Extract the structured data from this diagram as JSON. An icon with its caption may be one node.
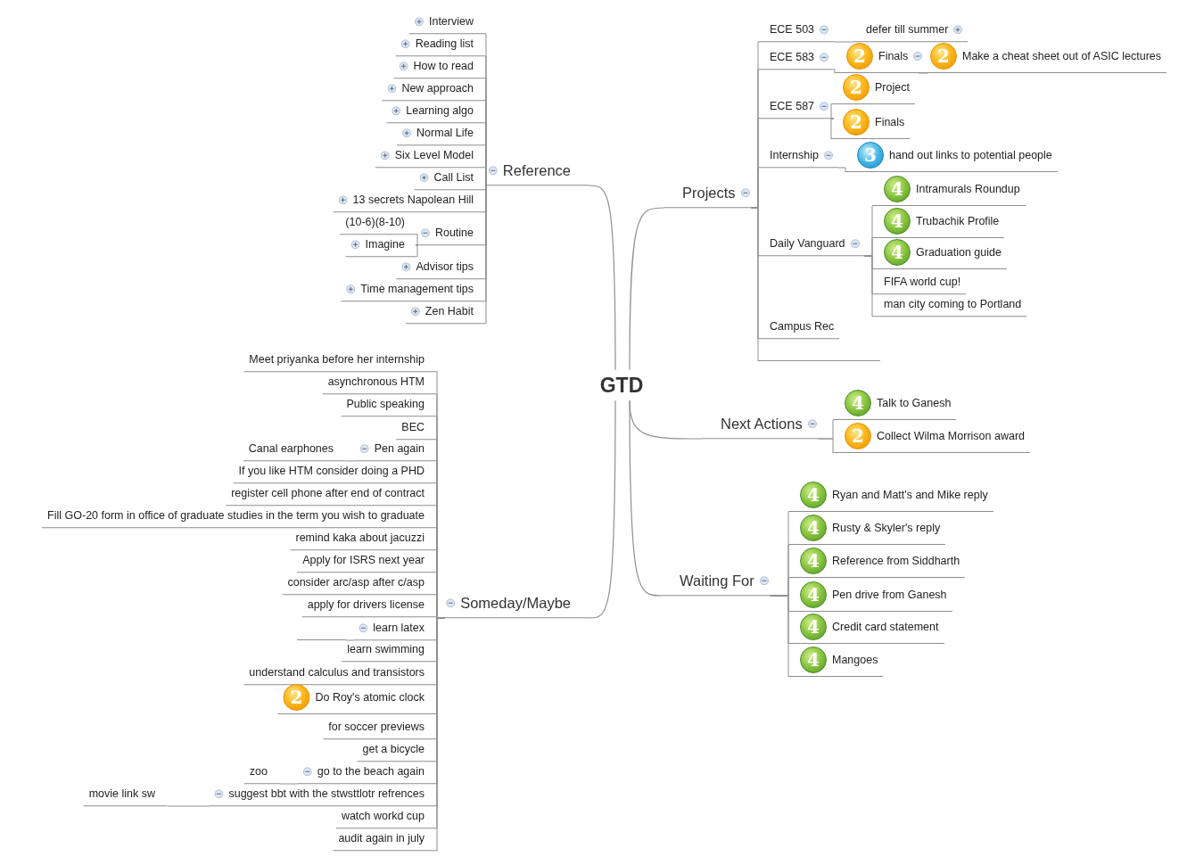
{
  "diagram": {
    "nodes": [
      {
        "text": [
          "GTD"
        ]
      },
      {
        "text": [
          "Reference"
        ]
      },
      {
        "text": [
          "Interview"
        ]
      },
      {
        "text": [
          "Reading list"
        ]
      },
      {
        "text": [
          "How to read"
        ]
      },
      {
        "text": [
          "New approach"
        ]
      },
      {
        "text": [
          "Learning algo"
        ]
      },
      {
        "text": [
          "Normal Life"
        ]
      },
      {
        "text": [
          "Six Level Model"
        ]
      },
      {
        "text": [
          "Call List"
        ]
      },
      {
        "text": [
          "13 secrets Napolean Hill"
        ]
      },
      {
        "text": [
          "Routine"
        ]
      },
      {
        "text": [
          "(10-6)(8-10)"
        ]
      },
      {
        "text": [
          "Imagine"
        ]
      },
      {
        "text": [
          "Advisor tips"
        ]
      },
      {
        "text": [
          "Time management tips"
        ]
      },
      {
        "text": [
          "Zen Habit"
        ]
      },
      {
        "text": [
          "Projects"
        ]
      },
      {
        "text": [
          "ECE 503"
        ]
      },
      {
        "text": [
          "defer till summer"
        ]
      },
      {
        "text": [
          "ECE 583"
        ]
      },
      {
        "text": [
          "2",
          "Finals"
        ]
      },
      {
        "text": [
          "2",
          "Make a cheat sheet out of ASIC lectures"
        ]
      },
      {
        "text": [
          "ECE 587"
        ]
      },
      {
        "text": [
          "2",
          "Project"
        ]
      },
      {
        "text": [
          "2",
          "Finals"
        ]
      },
      {
        "text": [
          "Internship"
        ]
      },
      {
        "text": [
          "3",
          "hand out links to potential people"
        ]
      },
      {
        "text": [
          "Daily Vanguard"
        ]
      },
      {
        "text": [
          "4",
          "Intramurals Roundup"
        ]
      },
      {
        "text": [
          "4",
          "Trubachik Profile"
        ]
      },
      {
        "text": [
          "4",
          "Graduation guide"
        ]
      },
      {
        "text": [
          "FIFA world cup!"
        ]
      },
      {
        "text": [
          "man city coming to Portland"
        ]
      },
      {
        "text": [
          "Campus Rec"
        ]
      },
      {
        "text": [],
        "shape": "bar"
      },
      {
        "text": [
          "Next Actions"
        ]
      },
      {
        "text": [
          "4",
          "Talk to Ganesh"
        ]
      },
      {
        "text": [
          "2",
          "Collect Wilma Morrison award"
        ]
      },
      {
        "text": [
          "Waiting For"
        ]
      },
      {
        "text": [
          "4",
          "Ryan and Matt's and Mike reply"
        ]
      },
      {
        "text": [
          "4",
          "Rusty & Skyler's reply"
        ]
      },
      {
        "text": [
          "4",
          "Reference from Siddharth"
        ]
      },
      {
        "text": [
          "4",
          "Pen drive from Ganesh"
        ]
      },
      {
        "text": [
          "4",
          "Credit card statement"
        ]
      },
      {
        "text": [
          "4",
          "Mangoes"
        ]
      },
      {
        "text": [
          "Someday/Maybe"
        ]
      },
      {
        "text": [
          "Meet priyanka before her internship"
        ]
      },
      {
        "text": [
          "asynchronous HTM"
        ]
      },
      {
        "text": [
          "Public speaking"
        ]
      },
      {
        "text": [
          "BEC"
        ]
      },
      {
        "text": [
          "Pen again"
        ]
      },
      {
        "text": [
          "Canal earphones"
        ]
      },
      {
        "text": [
          "If you like HTM consider doing a PHD"
        ]
      },
      {
        "text": [
          "register cell phone after end of contract"
        ]
      },
      {
        "text": [
          "Fill GO-20 form in office of graduate studies in the term you wish to graduate"
        ]
      },
      {
        "text": [
          "remind kaka about jacuzzi"
        ]
      },
      {
        "text": [
          "Apply for ISRS next year"
        ]
      },
      {
        "text": [
          "consider arc/asp after c/asp"
        ]
      },
      {
        "text": [
          "apply for drivers license"
        ]
      },
      {
        "text": [
          "learn latex"
        ]
      },
      {
        "text": [],
        "shape": "bar"
      },
      {
        "text": [
          "learn swimming"
        ]
      },
      {
        "text": [
          "understand calculus and transistors"
        ]
      },
      {
        "text": [
          "2",
          "Do Roy's atomic clock"
        ]
      },
      {
        "text": [
          "for soccer previews"
        ]
      },
      {
        "text": [
          "get a bicycle"
        ]
      },
      {
        "text": [
          "go to the beach again"
        ]
      },
      {
        "text": [
          "zoo"
        ]
      },
      {
        "text": [
          "suggest bbt with the stwsttlotr refrences"
        ]
      },
      {
        "text": [
          "movie link sw"
        ]
      },
      {
        "text": [
          "watch workd cup"
        ]
      },
      {
        "text": [
          "audit again in july"
        ]
      }
    ],
    "edges": [
      {
        "from": 0,
        "to": 1,
        "arrow": "none"
      },
      {
        "from": 1,
        "to": 2,
        "arrow": "none"
      },
      {
        "from": 1,
        "to": 3,
        "arrow": "none"
      },
      {
        "from": 1,
        "to": 4,
        "arrow": "none"
      },
      {
        "from": 1,
        "to": 5,
        "arrow": "none"
      },
      {
        "from": 1,
        "to": 6,
        "arrow": "none"
      },
      {
        "from": 1,
        "to": 7,
        "arrow": "none"
      },
      {
        "from": 1,
        "to": 8,
        "arrow": "none"
      },
      {
        "from": 1,
        "to": 9,
        "arrow": "none"
      },
      {
        "from": 1,
        "to": 10,
        "arrow": "none"
      },
      {
        "from": 1,
        "to": 11,
        "arrow": "none"
      },
      {
        "from": 11,
        "to": 12,
        "arrow": "none"
      },
      {
        "from": 11,
        "to": 13,
        "arrow": "none"
      },
      {
        "from": 1,
        "to": 14,
        "arrow": "none"
      },
      {
        "from": 1,
        "to": 15,
        "arrow": "none"
      },
      {
        "from": 1,
        "to": 16,
        "arrow": "none"
      },
      {
        "from": 0,
        "to": 17,
        "arrow": "none"
      },
      {
        "from": 17,
        "to": 18,
        "arrow": "none"
      },
      {
        "from": 18,
        "to": 19,
        "arrow": "none"
      },
      {
        "from": 17,
        "to": 20,
        "arrow": "none"
      },
      {
        "from": 20,
        "to": 21,
        "arrow": "none"
      },
      {
        "from": 21,
        "to": 22,
        "arrow": "none"
      },
      {
        "from": 17,
        "to": 23,
        "arrow": "none"
      },
      {
        "from": 23,
        "to": 24,
        "arrow": "none"
      },
      {
        "from": 23,
        "to": 25,
        "arrow": "none"
      },
      {
        "from": 17,
        "to": 26,
        "arrow": "none"
      },
      {
        "from": 26,
        "to": 27,
        "arrow": "none"
      },
      {
        "from": 17,
        "to": 28,
        "arrow": "none"
      },
      {
        "from": 28,
        "to": 29,
        "arrow": "none"
      },
      {
        "from": 28,
        "to": 30,
        "arrow": "none"
      },
      {
        "from": 28,
        "to": 31,
        "arrow": "none"
      },
      {
        "from": 28,
        "to": 32,
        "arrow": "none"
      },
      {
        "from": 28,
        "to": 33,
        "arrow": "none"
      },
      {
        "from": 17,
        "to": 34,
        "arrow": "none"
      },
      {
        "from": 17,
        "to": 35,
        "arrow": "none"
      },
      {
        "from": 0,
        "to": 36,
        "arrow": "none"
      },
      {
        "from": 36,
        "to": 37,
        "arrow": "none"
      },
      {
        "from": 36,
        "to": 38,
        "arrow": "none"
      },
      {
        "from": 0,
        "to": 39,
        "arrow": "none"
      },
      {
        "from": 39,
        "to": 40,
        "arrow": "none"
      },
      {
        "from": 39,
        "to": 41,
        "arrow": "none"
      },
      {
        "from": 39,
        "to": 42,
        "arrow": "none"
      },
      {
        "from": 39,
        "to": 43,
        "arrow": "none"
      },
      {
        "from": 39,
        "to": 44,
        "arrow": "none"
      },
      {
        "from": 39,
        "to": 45,
        "arrow": "none"
      },
      {
        "from": 0,
        "to": 46,
        "arrow": "none"
      },
      {
        "from": 46,
        "to": 47,
        "arrow": "none"
      },
      {
        "from": 46,
        "to": 48,
        "arrow": "none"
      },
      {
        "from": 46,
        "to": 49,
        "arrow": "none"
      },
      {
        "from": 46,
        "to": 50,
        "arrow": "none"
      },
      {
        "from": 46,
        "to": 51,
        "arrow": "none"
      },
      {
        "from": 51,
        "to": 52,
        "arrow": "none"
      },
      {
        "from": 46,
        "to": 53,
        "arrow": "none"
      },
      {
        "from": 46,
        "to": 54,
        "arrow": "none"
      },
      {
        "from": 46,
        "to": 55,
        "arrow": "none"
      },
      {
        "from": 46,
        "to": 56,
        "arrow": "none"
      },
      {
        "from": 46,
        "to": 57,
        "arrow": "none"
      },
      {
        "from": 46,
        "to": 58,
        "arrow": "none"
      },
      {
        "from": 46,
        "to": 59,
        "arrow": "none"
      },
      {
        "from": 46,
        "to": 60,
        "arrow": "none"
      },
      {
        "from": 60,
        "to": 61,
        "arrow": "none"
      },
      {
        "from": 46,
        "to": 62,
        "arrow": "none"
      },
      {
        "from": 46,
        "to": 63,
        "arrow": "none"
      },
      {
        "from": 46,
        "to": 64,
        "arrow": "none"
      },
      {
        "from": 46,
        "to": 65,
        "arrow": "none"
      },
      {
        "from": 46,
        "to": 66,
        "arrow": "none"
      },
      {
        "from": 46,
        "to": 67,
        "arrow": "none"
      },
      {
        "from": 67,
        "to": 68,
        "arrow": "none"
      },
      {
        "from": 46,
        "to": 69,
        "arrow": "none"
      },
      {
        "from": 69,
        "to": 70,
        "arrow": "none"
      },
      {
        "from": 46,
        "to": 71,
        "arrow": "none"
      },
      {
        "from": 46,
        "to": 72,
        "arrow": "none"
      }
    ]
  }
}
